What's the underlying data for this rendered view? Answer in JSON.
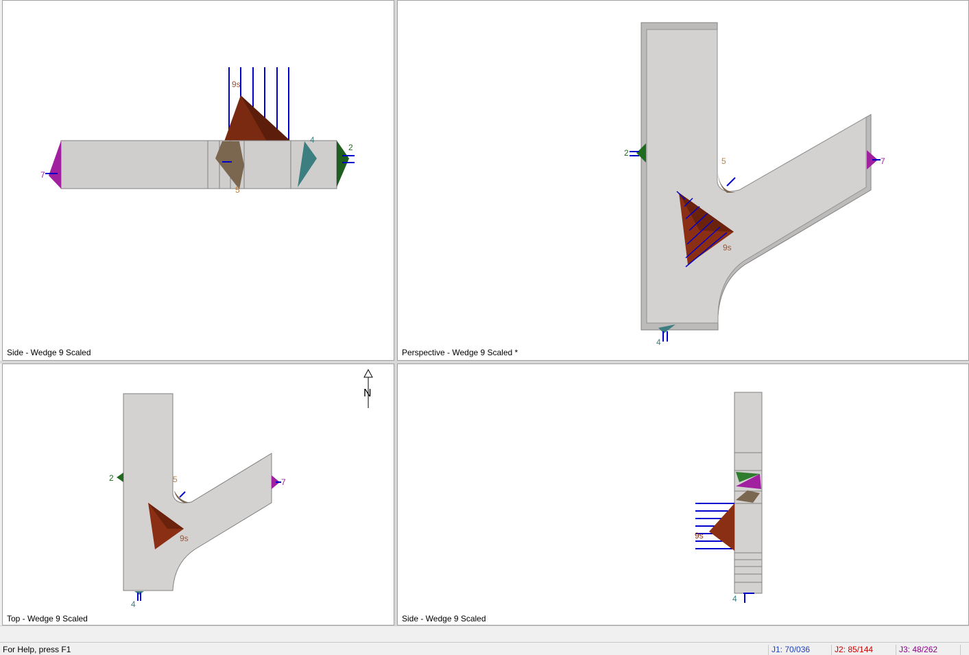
{
  "viewports": {
    "top_left": {
      "label": "Side - Wedge 9 Scaled"
    },
    "top_right": {
      "label": "Perspective - Wedge 9 Scaled *"
    },
    "bottom_left": {
      "label": "Top - Wedge 9 Scaled",
      "north_label": "N"
    },
    "bottom_right": {
      "label": "Side - Wedge 9 Scaled"
    }
  },
  "wedge_labels": {
    "w2": "2",
    "w4": "4",
    "w5": "5",
    "w7": "7",
    "w9s": "9s"
  },
  "colors": {
    "excavation": "#d4d2d0",
    "wedge_9s": "#8b2f14",
    "wedge_2": "#1f6b1f",
    "wedge_4": "#3d7f80",
    "wedge_5": "#7b6650",
    "wedge_7": "#a020a0",
    "bolts": "#0000cc"
  },
  "status": {
    "help": "For Help, press F1",
    "j1": "J1: 70/036",
    "j2": "J2: 85/144",
    "j3": "J3: 48/262"
  }
}
